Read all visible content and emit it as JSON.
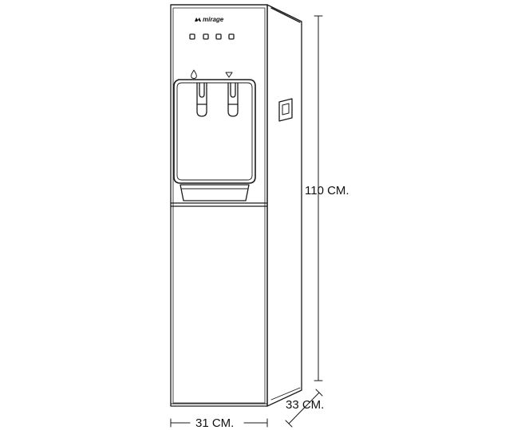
{
  "product": {
    "brand": "mirage"
  },
  "dimensions": {
    "height_label": "110 CM.",
    "depth_label": "33 CM.",
    "width_label": "31 CM."
  },
  "icons": {
    "hot_water": "water-drop-icon",
    "cold_water": "snowflake-icon"
  },
  "colors": {
    "line": "#1a1a1a",
    "background": "#ffffff"
  }
}
